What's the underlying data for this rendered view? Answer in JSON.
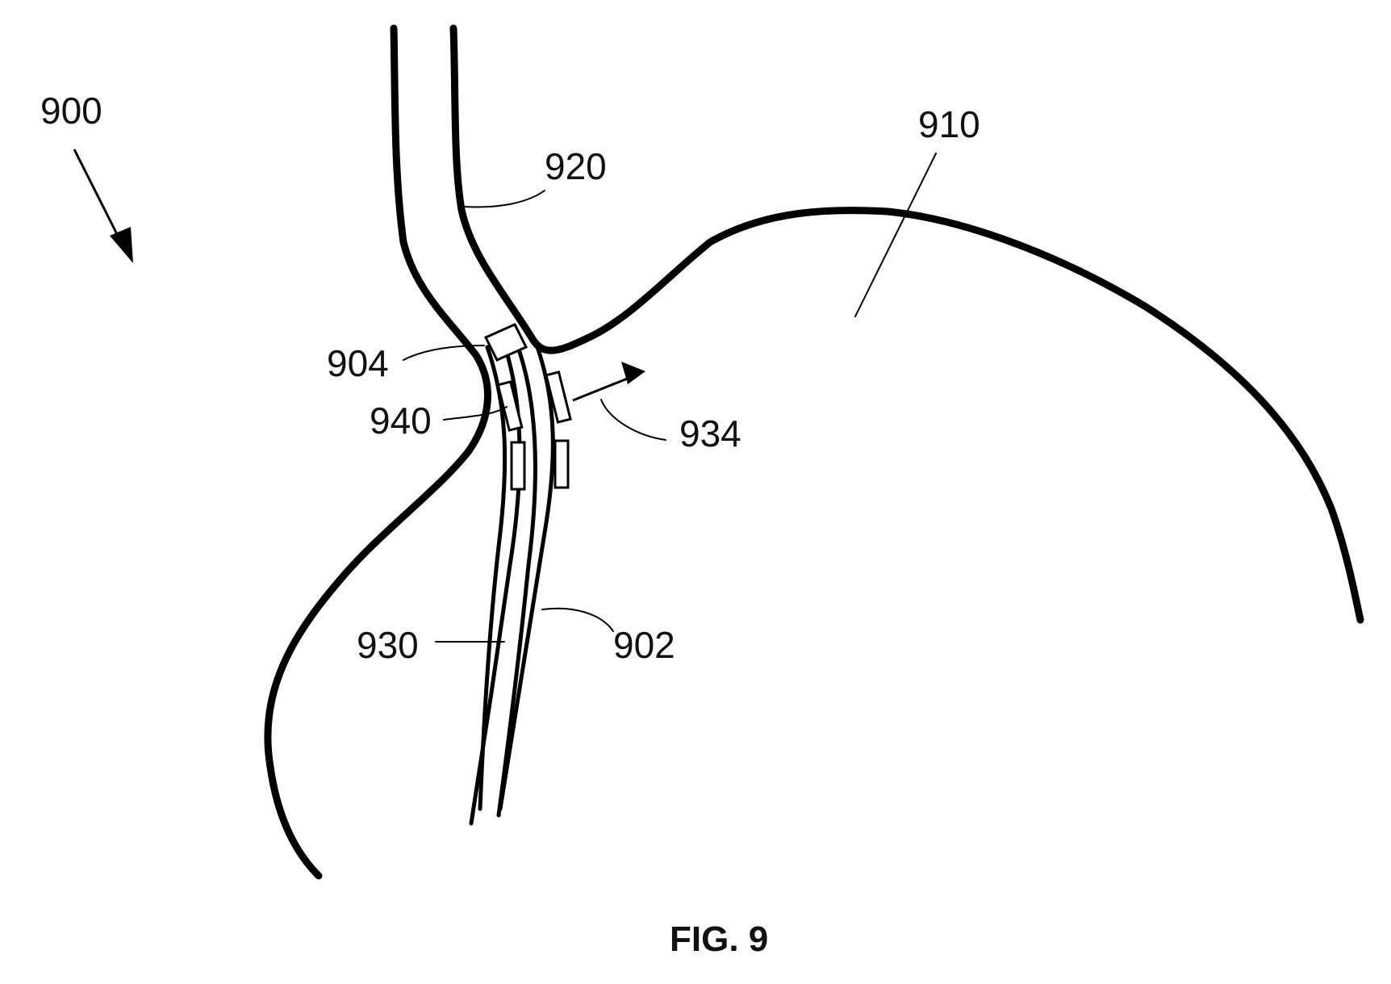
{
  "labels": {
    "device": "900",
    "stomach": "910",
    "esophagus": "920",
    "tube_end": "904",
    "marker": "940",
    "energy_direction": "934",
    "inner_tube": "930",
    "outer_tube": "902"
  },
  "caption": "FIG. 9",
  "colors": {
    "ink": "#000000",
    "background": "#ffffff"
  }
}
